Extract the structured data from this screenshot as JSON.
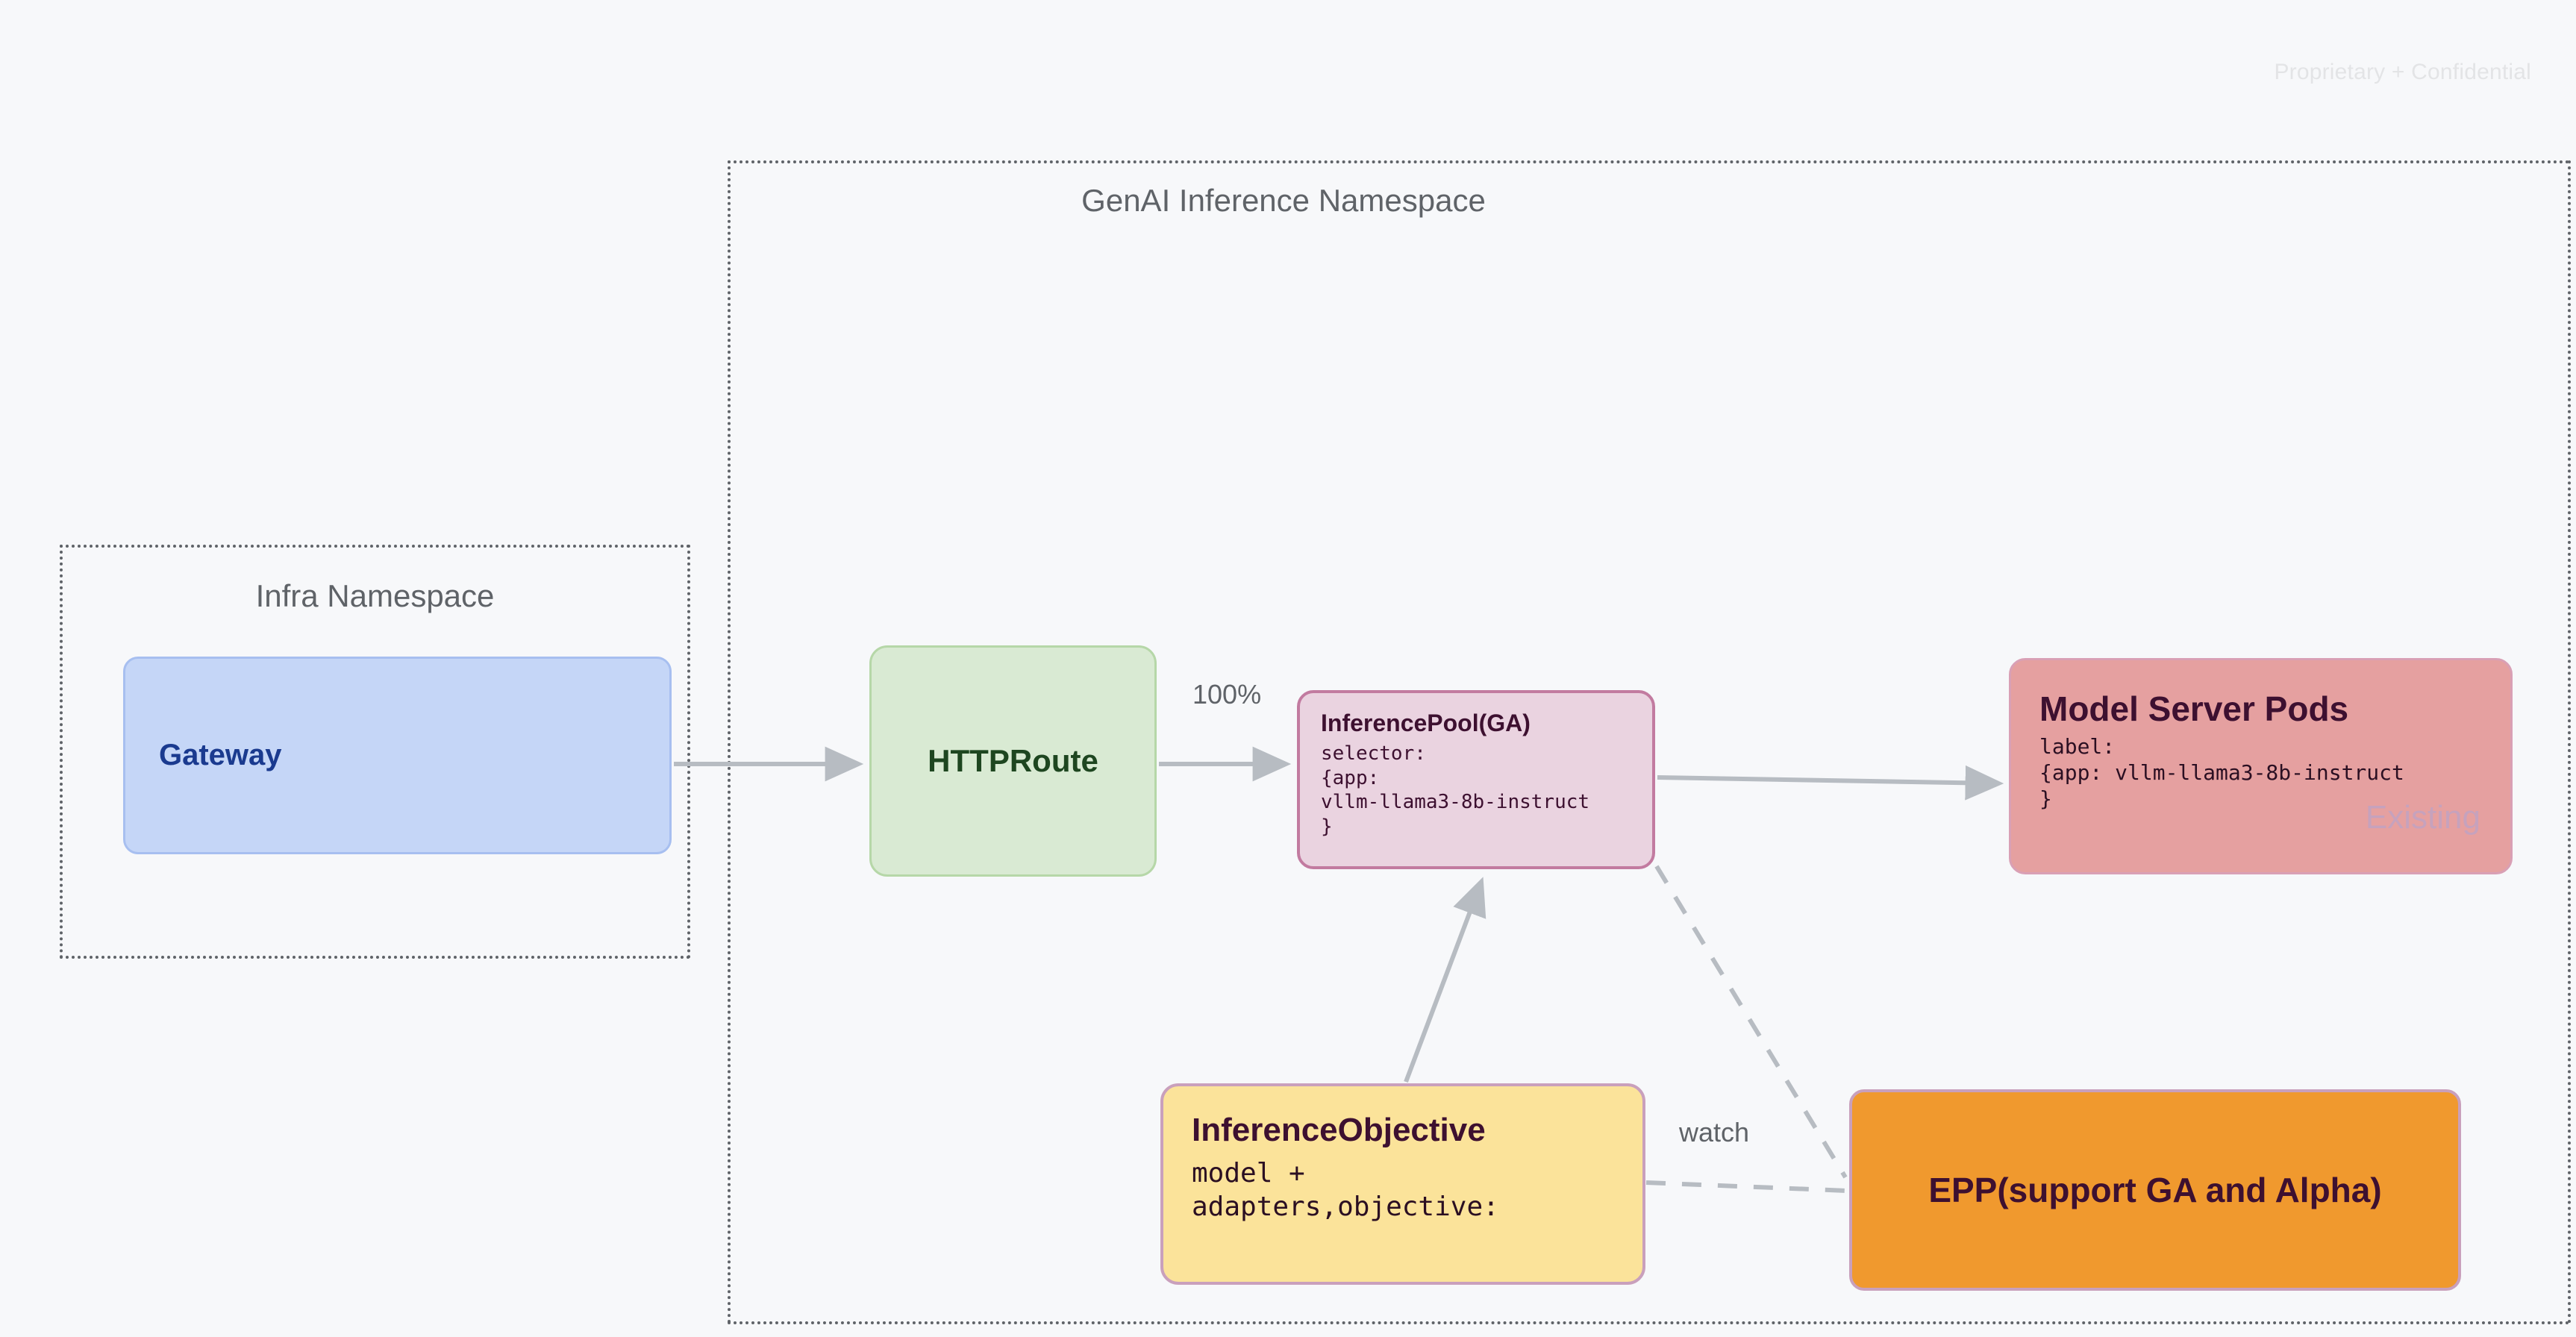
{
  "watermark": "Proprietary + Confidential",
  "namespaces": [
    {
      "id": "infra",
      "title": "Infra Namespace"
    },
    {
      "id": "genai",
      "title": "GenAI Inference Namespace"
    }
  ],
  "nodes": {
    "gateway": {
      "title": "Gateway",
      "fill": "#c5d6f7",
      "text_color": "#1a3a8f"
    },
    "httproute": {
      "title": "HTTPRoute",
      "fill": "#d9ead3",
      "text_color": "#1e4620"
    },
    "inferencepool": {
      "title": "InferencePool(GA)",
      "body": "selector:\n{app:\nvllm-llama3-8b-instruct\n}",
      "fill": "#ead3e0",
      "text_color": "#3d1030"
    },
    "modelserverpods": {
      "title": "Model Server Pods",
      "body": "label:\n{app: vllm-llama3-8b-instruct\n}",
      "overlay_tag": "Existing",
      "fill": "#e5a0a0",
      "text_color": "#3d1030"
    },
    "inferenceobjective": {
      "title": "InferenceObjective",
      "body": "model +\nadapters,objective:",
      "fill": "#fbe39a",
      "text_color": "#3d1030"
    },
    "epp": {
      "title": "EPP(support GA and Alpha)",
      "fill": "#f0992e",
      "text_color": "#3d1030"
    }
  },
  "edges": {
    "gateway_to_httproute": {
      "label": "",
      "style": "solid"
    },
    "httproute_to_inferencepool": {
      "label": "100%",
      "style": "solid"
    },
    "inferencepool_to_modelserverpods": {
      "label": "",
      "style": "solid"
    },
    "inferenceobjective_to_inferencepool": {
      "label": "",
      "style": "solid"
    },
    "inferencepool_to_epp": {
      "label": "",
      "style": "dashed"
    },
    "inferenceobjective_to_epp": {
      "label": "watch",
      "style": "dashed"
    }
  },
  "colors": {
    "background": "#f7f8fa",
    "edge": "#b7bcc2",
    "namespace_border": "#5f6368",
    "namespace_title": "#5f6368"
  }
}
